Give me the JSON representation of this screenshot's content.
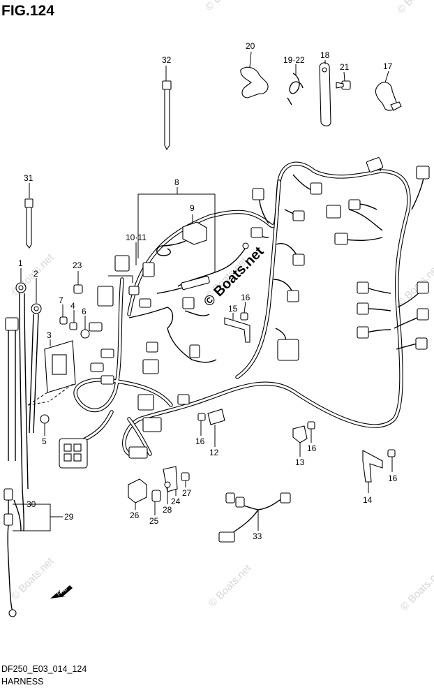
{
  "figure": {
    "title": "FIG.124",
    "model_code": "DF250_E03_014_124",
    "caption": "HARNESS"
  },
  "watermark": {
    "text": "© Boats.net"
  },
  "callouts": [
    {
      "id": "c1",
      "label": "1"
    },
    {
      "id": "c2",
      "label": "2"
    },
    {
      "id": "c3",
      "label": "3"
    },
    {
      "id": "c4",
      "label": "4"
    },
    {
      "id": "c5",
      "label": "5"
    },
    {
      "id": "c6",
      "label": "6"
    },
    {
      "id": "c7",
      "label": "7"
    },
    {
      "id": "c8",
      "label": "8"
    },
    {
      "id": "c9",
      "label": "9"
    },
    {
      "id": "c10",
      "label": "10·11"
    },
    {
      "id": "c12",
      "label": "12"
    },
    {
      "id": "c13",
      "label": "13"
    },
    {
      "id": "c14",
      "label": "14"
    },
    {
      "id": "c15",
      "label": "15"
    },
    {
      "id": "c16a",
      "label": "16"
    },
    {
      "id": "c16b",
      "label": "16"
    },
    {
      "id": "c16c",
      "label": "16"
    },
    {
      "id": "c16d",
      "label": "16"
    },
    {
      "id": "c17",
      "label": "17"
    },
    {
      "id": "c18",
      "label": "18"
    },
    {
      "id": "c19",
      "label": "19·22"
    },
    {
      "id": "c20",
      "label": "20"
    },
    {
      "id": "c21",
      "label": "21"
    },
    {
      "id": "c23",
      "label": "23"
    },
    {
      "id": "c24",
      "label": "24"
    },
    {
      "id": "c25",
      "label": "25"
    },
    {
      "id": "c26",
      "label": "26"
    },
    {
      "id": "c27",
      "label": "27"
    },
    {
      "id": "c28",
      "label": "28"
    },
    {
      "id": "c29",
      "label": "29"
    },
    {
      "id": "c30",
      "label": "30"
    },
    {
      "id": "c31",
      "label": "31"
    },
    {
      "id": "c32",
      "label": "32"
    },
    {
      "id": "c33",
      "label": "33"
    }
  ],
  "fwd_arrow": {
    "label": "FWD"
  }
}
